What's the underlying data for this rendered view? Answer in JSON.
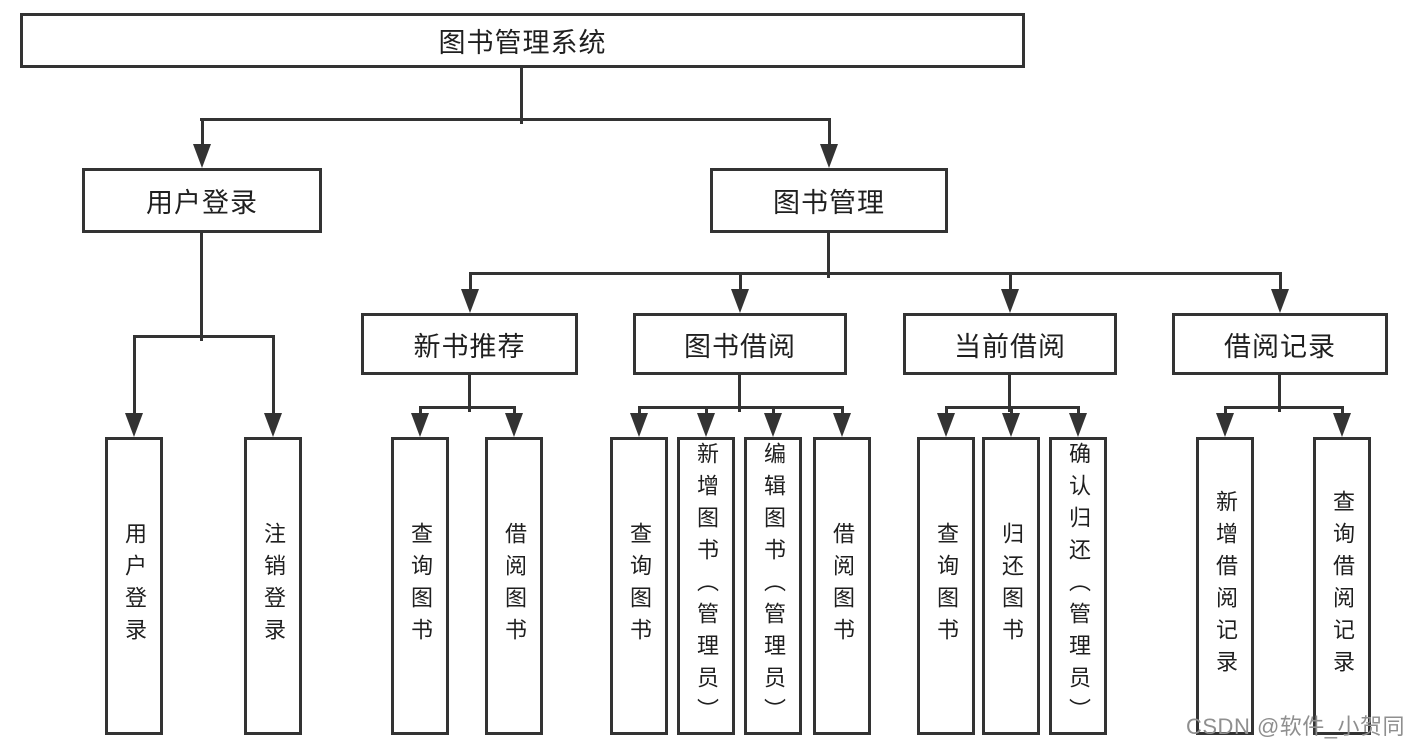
{
  "tree": {
    "root": {
      "label": "图书管理系统"
    },
    "branches": [
      {
        "label": "用户登录",
        "leaves": [
          "用户登录",
          "注销登录"
        ]
      },
      {
        "label": "图书管理",
        "groups": [
          {
            "label": "新书推荐",
            "leaves": [
              "查询图书",
              "借阅图书"
            ]
          },
          {
            "label": "图书借阅",
            "leaves": [
              "查询图书",
              "新增图书（管理员）",
              "编辑图书（管理员）",
              "借阅图书"
            ]
          },
          {
            "label": "当前借阅",
            "leaves": [
              "查询图书",
              "归还图书",
              "确认归还（管理员）"
            ]
          },
          {
            "label": "借阅记录",
            "leaves": [
              "新增借阅记录",
              "查询借阅记录"
            ]
          }
        ]
      }
    ]
  },
  "watermark": "CSDN @软件_小贺同学",
  "colors": {
    "line": "#333333",
    "node_border": "#333333",
    "text": "#1f1f1f",
    "watermark": "#8f8f8f",
    "background": "#ffffff"
  }
}
